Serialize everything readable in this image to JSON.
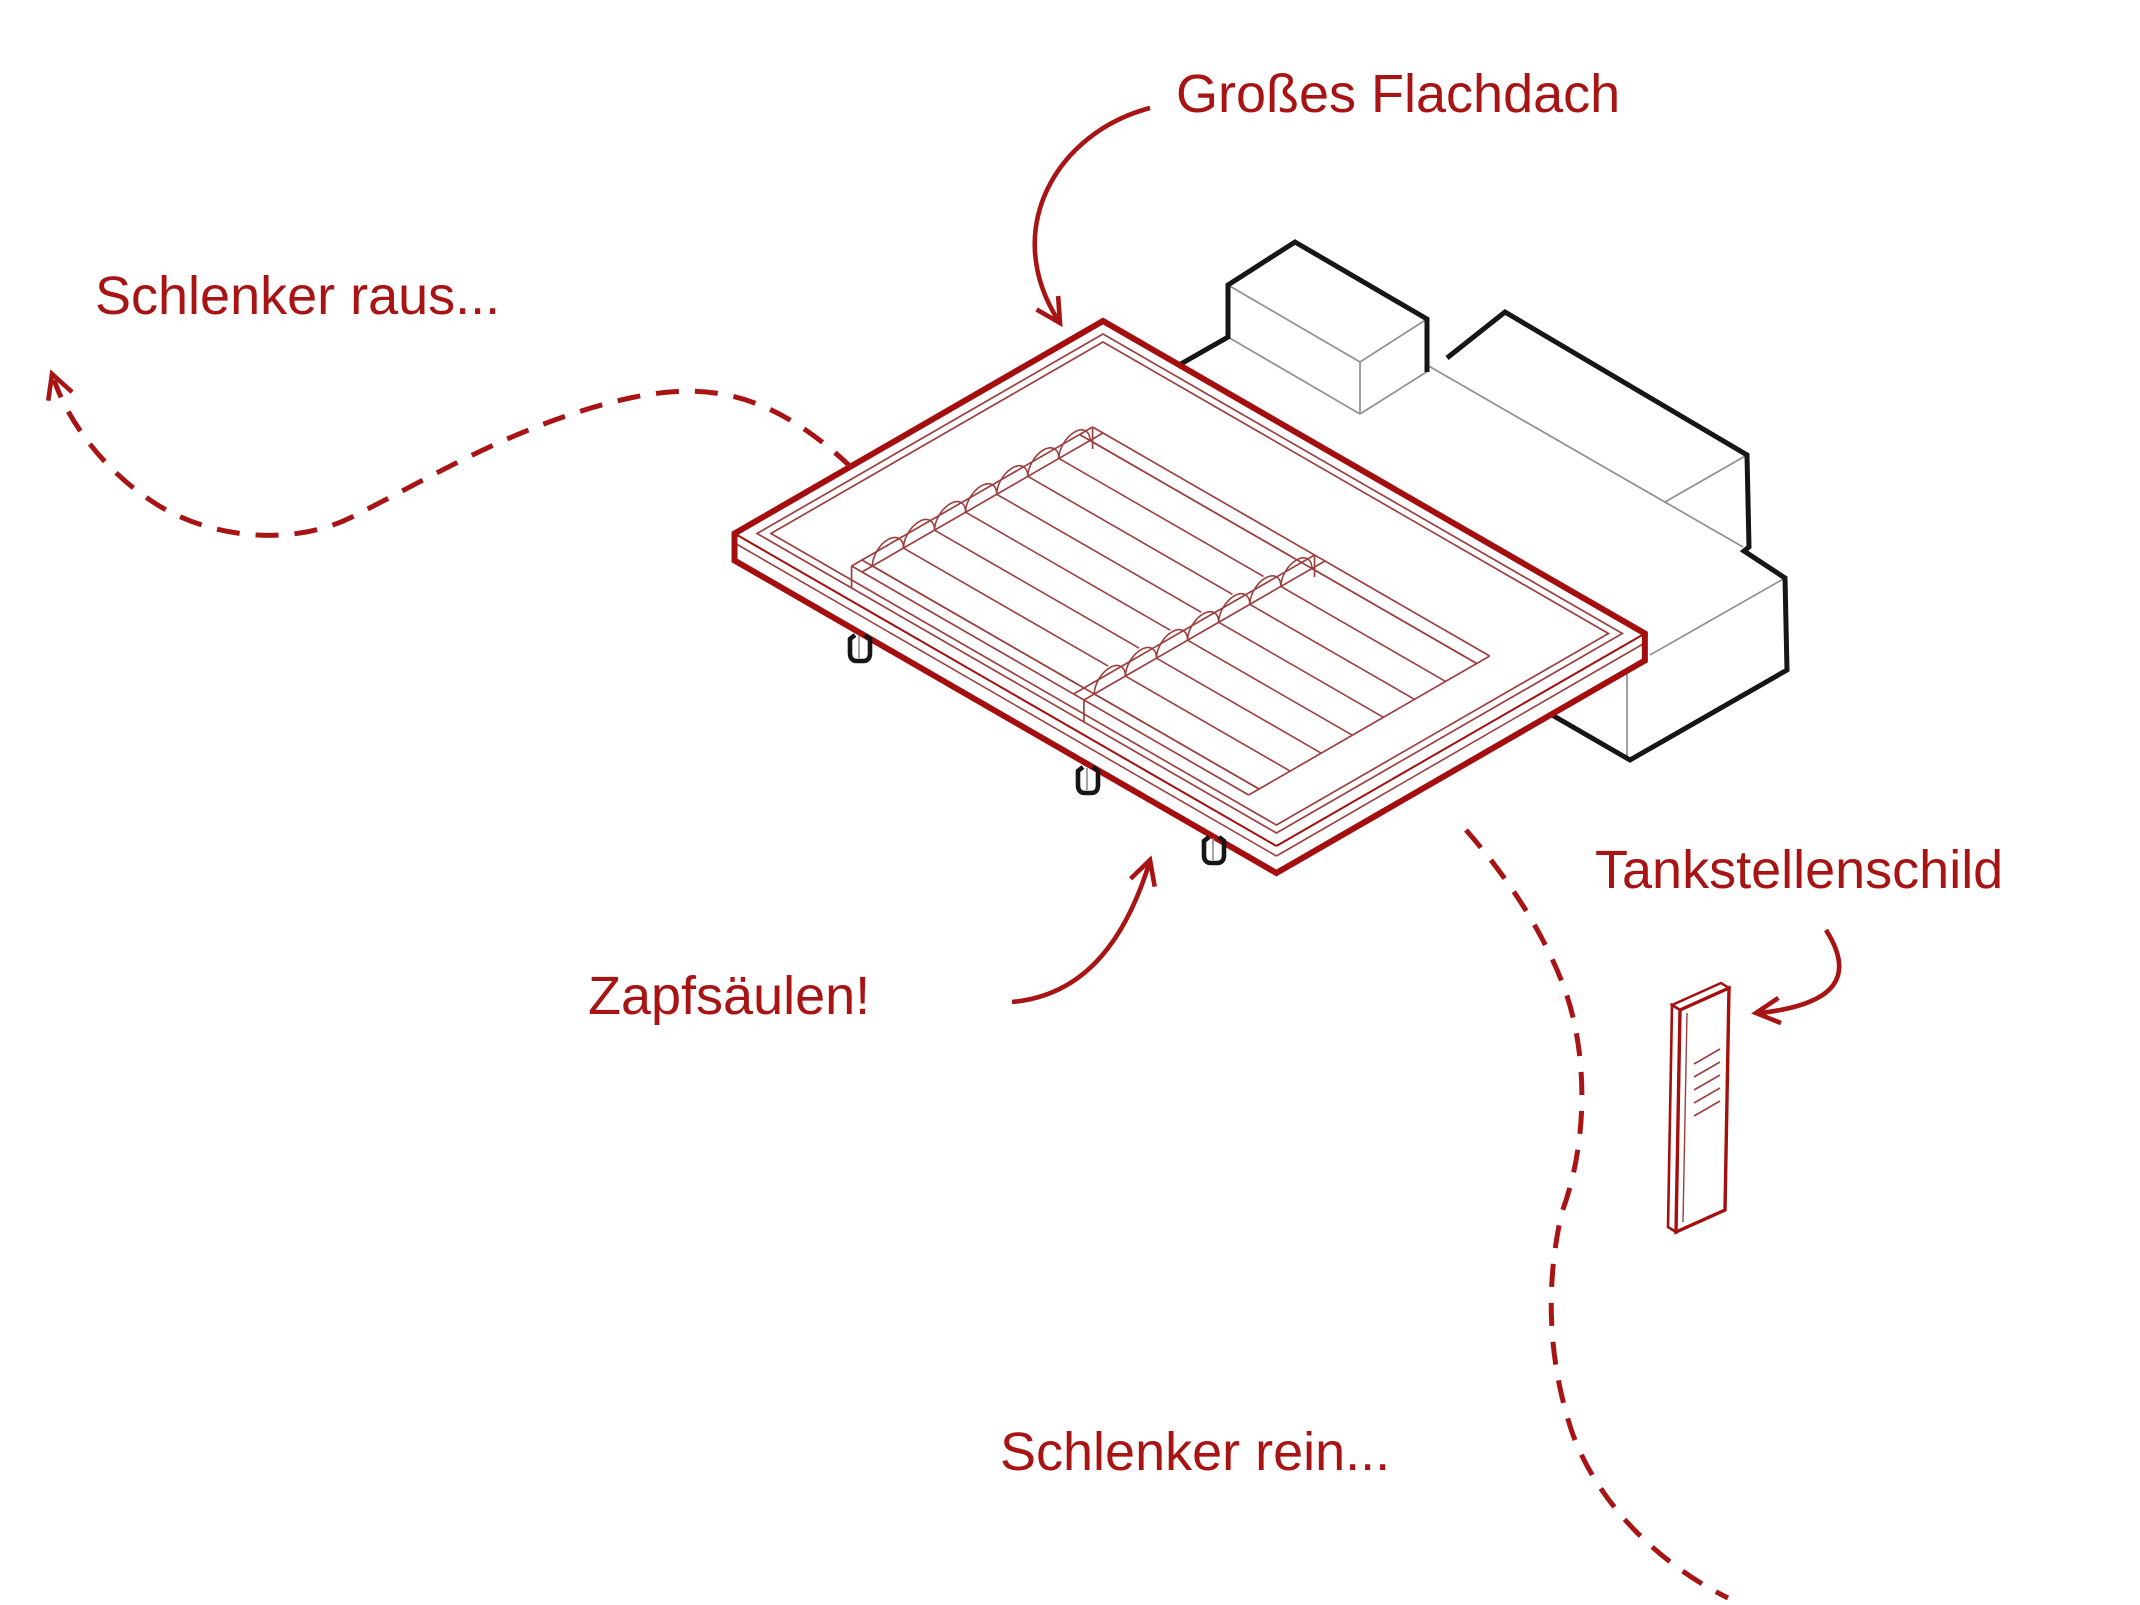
{
  "labels": {
    "flachdach": "Großes Flachdach",
    "schlenker_raus": "Schlenker raus...",
    "zapfsaeulen": "Zapfsäulen!",
    "tankstellenschild": "Tankstellenschild",
    "schlenker_rein": "Schlenker rein..."
  },
  "colors": {
    "annotation_red": "#A81414",
    "outline_red": "#A40E0E",
    "detail_red": "#9C3F3F",
    "line_black": "#161616",
    "line_gray": "#8F8F8F",
    "background": "#FFFFFF"
  },
  "icons": [
    {
      "name": "fuel-pump-icon",
      "count": 3
    }
  ],
  "diagram_parts": [
    "canopy-flat-roof",
    "barrel-vault-ceiling",
    "station-building",
    "rooftop-box",
    "fuel-pump-icons",
    "station-sign",
    "exit-swerve-dashed-path",
    "entry-swerve-dashed-path"
  ]
}
